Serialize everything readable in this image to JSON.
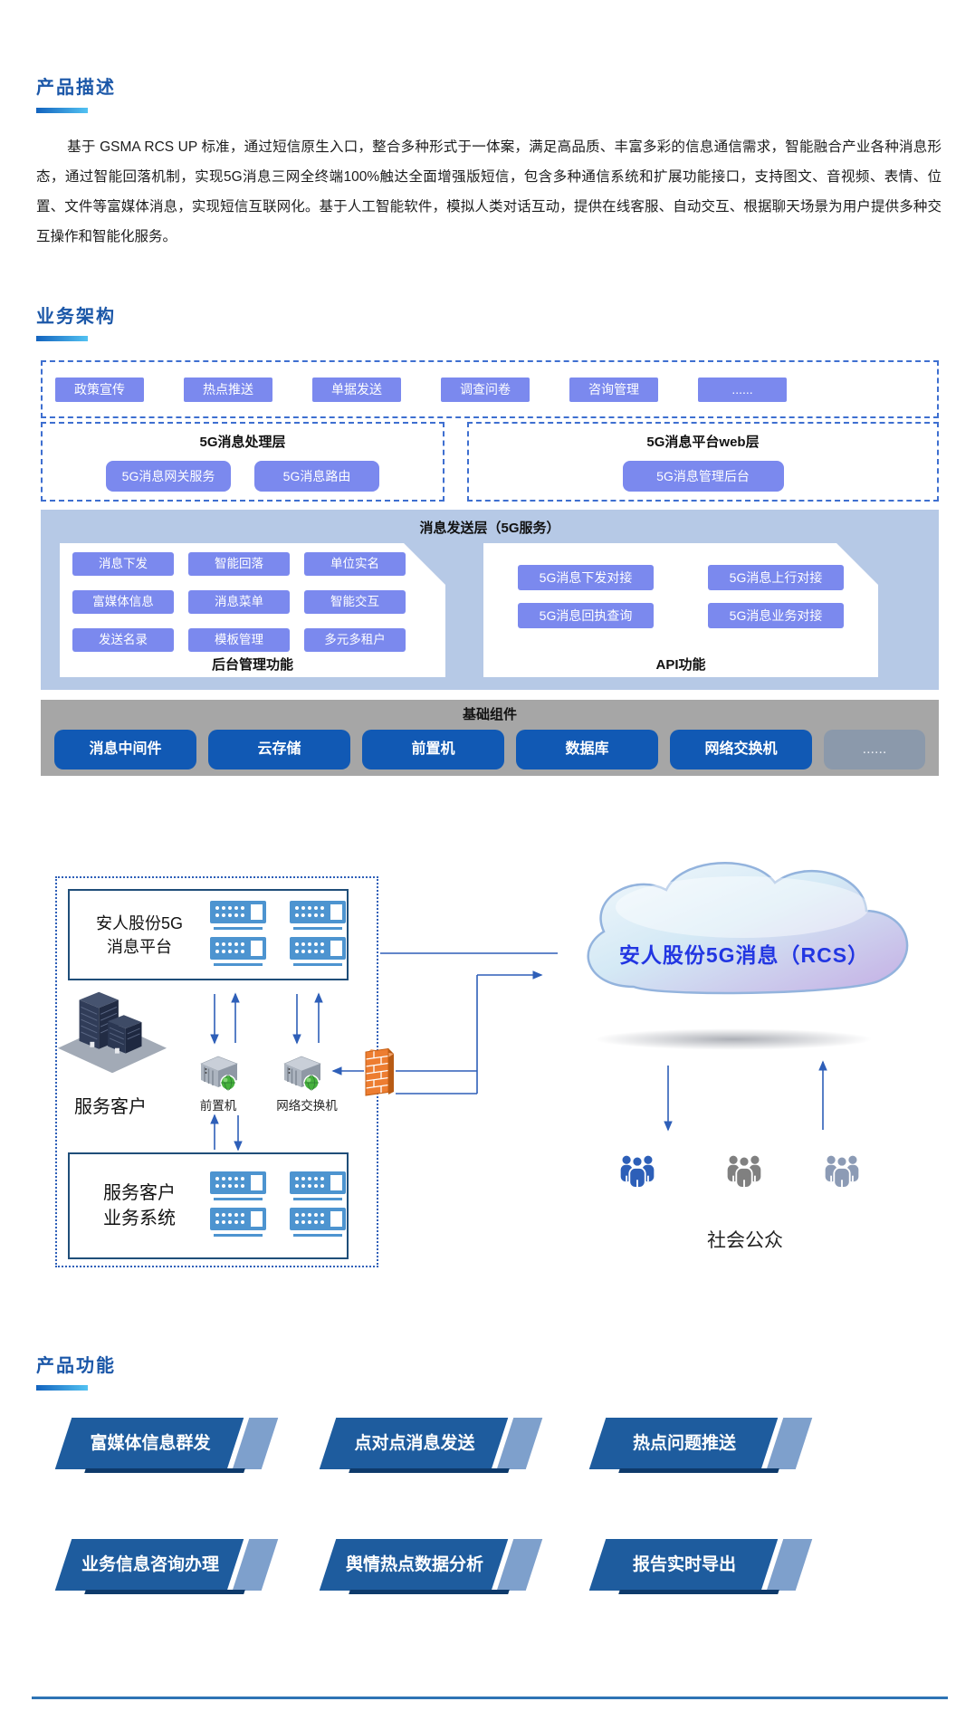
{
  "colors": {
    "heading_blue": "#1B57A8",
    "underline_gradient_start": "#1363BE",
    "underline_gradient_end": "#52C2F2",
    "periwinkle_button": "#7B89EE",
    "dashed_border_blue": "#3E6FD0",
    "sending_band_blue": "#B6C9E6",
    "base_band_gray": "#A6A6A6",
    "base_button_blue": "#1159B4",
    "base_button_gray": "#8B99AB",
    "connector_blue": "#2E5FB8",
    "cloud_text_blue": "#2236E2",
    "banner_blue": "#1E5C9E",
    "banner_accent": "#7EA0CC",
    "banner_underline": "#0E3A6B"
  },
  "product_description": {
    "heading": "产品描述",
    "paragraph": "基于 GSMA RCS UP 标准，通过短信原生入口，整合多种形式于一体案，满足高品质、丰富多彩的信息通信需求，智能融合产业各种消息形态，通过智能回落机制，实现5G消息三网全终端100%触达全面增强版短信，包含多种通信系统和扩展功能接口，支持图文、音视频、表情、位置、文件等富媒体消息，实现短信互联网化。基于人工智能软件，模拟人类对话互动，提供在线客服、自动交互、根据聊天场景为用户提供多种交互操作和智能化服务。"
  },
  "architecture": {
    "heading": "业务架构",
    "channels": [
      "政策宣传",
      "热点推送",
      "单据发送",
      "调查问卷",
      "咨询管理",
      "......"
    ],
    "processing_layer": {
      "title": "5G消息处理层",
      "items": [
        "5G消息网关服务",
        "5G消息路由"
      ]
    },
    "web_layer": {
      "title": "5G消息平台web层",
      "items": [
        "5G消息管理后台"
      ]
    },
    "sending_layer": {
      "title": "消息发送层（5G服务）",
      "backend": {
        "label": "后台管理功能",
        "items": [
          "消息下发",
          "智能回落",
          "单位实名",
          "富媒体信息",
          "消息菜单",
          "智能交互",
          "发送名录",
          "模板管理",
          "多元多租户"
        ]
      },
      "api": {
        "label": "API功能",
        "items": [
          "5G消息下发对接",
          "5G消息上行对接",
          "5G消息回执查询",
          "5G消息业务对接"
        ]
      }
    },
    "base_layer": {
      "title": "基础组件",
      "items": [
        "消息中间件",
        "云存储",
        "前置机",
        "数据库",
        "网络交换机"
      ],
      "more": "......"
    }
  },
  "network_diagram": {
    "platform_box": {
      "line1": "安人股份5G",
      "line2": "消息平台"
    },
    "customer_label": "服务客户",
    "fep_label": "前置机",
    "switch_label": "网络交换机",
    "business_box": {
      "line1": "服务客户",
      "line2": "业务系统"
    },
    "cloud_label": "安人股份5G消息（RCS）",
    "public_label": "社会公众"
  },
  "product_features": {
    "heading": "产品功能",
    "items": [
      "富媒体信息群发",
      "点对点消息发送",
      "热点问题推送",
      "业务信息咨询办理",
      "舆情热点数据分析",
      "报告实时导出"
    ]
  }
}
